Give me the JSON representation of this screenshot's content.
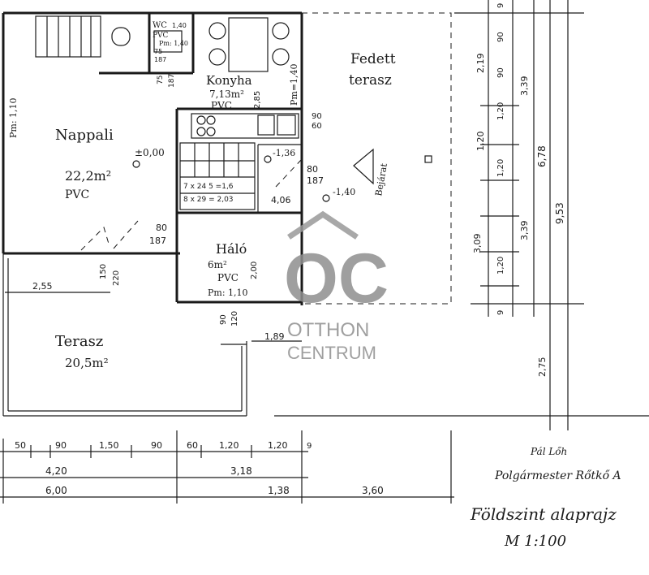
{
  "rooms": {
    "nappali": {
      "name": "Nappali",
      "area": "22,2m²",
      "floor": "PVC",
      "level": "±0,00",
      "pm": "Pm: 1,10"
    },
    "konyha": {
      "name": "Konyha",
      "area": "7,13m²",
      "floor": "PVC",
      "pm": "Pm=1,40"
    },
    "halo": {
      "name": "Háló",
      "area": "6m²",
      "floor": "PVC",
      "pm": "Pm: 1,10"
    },
    "terasz": {
      "name": "Terasz",
      "area": "20,5m²"
    },
    "fedett": {
      "name1": "Fedett",
      "name2": "terasz"
    },
    "wc": {
      "name": "WC",
      "floor": "PVC",
      "pm": "Pm: 1,40"
    },
    "bejarat": "Bejárat"
  },
  "levels": {
    "stair": "-1,36",
    "entry": "-1,40"
  },
  "dims": {
    "bottom_row1": [
      "50",
      "90",
      "1,50",
      "90",
      "60",
      "1,20",
      "1,20",
      "9"
    ],
    "bottom_row2": [
      "4,20",
      "3,18"
    ],
    "bottom_row3": [
      "6,00",
      "1,38",
      "3,60"
    ],
    "right_col1": [
      "9",
      "90",
      "2,19",
      "90",
      "1,20",
      "1,20",
      "1,20",
      "3,09",
      "1,20",
      "9"
    ],
    "right_col2": [
      "3,39",
      "3,39"
    ],
    "right_col3": [
      "6,78"
    ],
    "right_col4": [
      "9,53"
    ],
    "right_extra": "2,75",
    "left_255": "2,55",
    "d_150": "150",
    "d_220": "220",
    "d_90_120": [
      "90",
      "120"
    ],
    "d_189": "1,89",
    "door_80_187_a": [
      "80",
      "187"
    ],
    "door_80_187_b": [
      "80",
      "187"
    ],
    "door_90_60": [
      "90",
      "60"
    ],
    "d_406": "4,06",
    "stair_text": [
      "7 x 24 5 =1,6",
      "8 x 29 = 2,03"
    ],
    "d_285": "2,85",
    "d_200": "2,00",
    "d_75_187": [
      "75",
      "187"
    ],
    "wc_dims": [
      "1,40",
      "75",
      "187"
    ]
  },
  "drawing": {
    "title": "Földszint alaprajz",
    "scale": "M 1:100",
    "signature1": "Pál Lőh",
    "signature2": "Polgármester Rőtkő A"
  },
  "watermark": {
    "logo": "OC",
    "line1": "OTTHON",
    "line2": "CENTRUM"
  }
}
